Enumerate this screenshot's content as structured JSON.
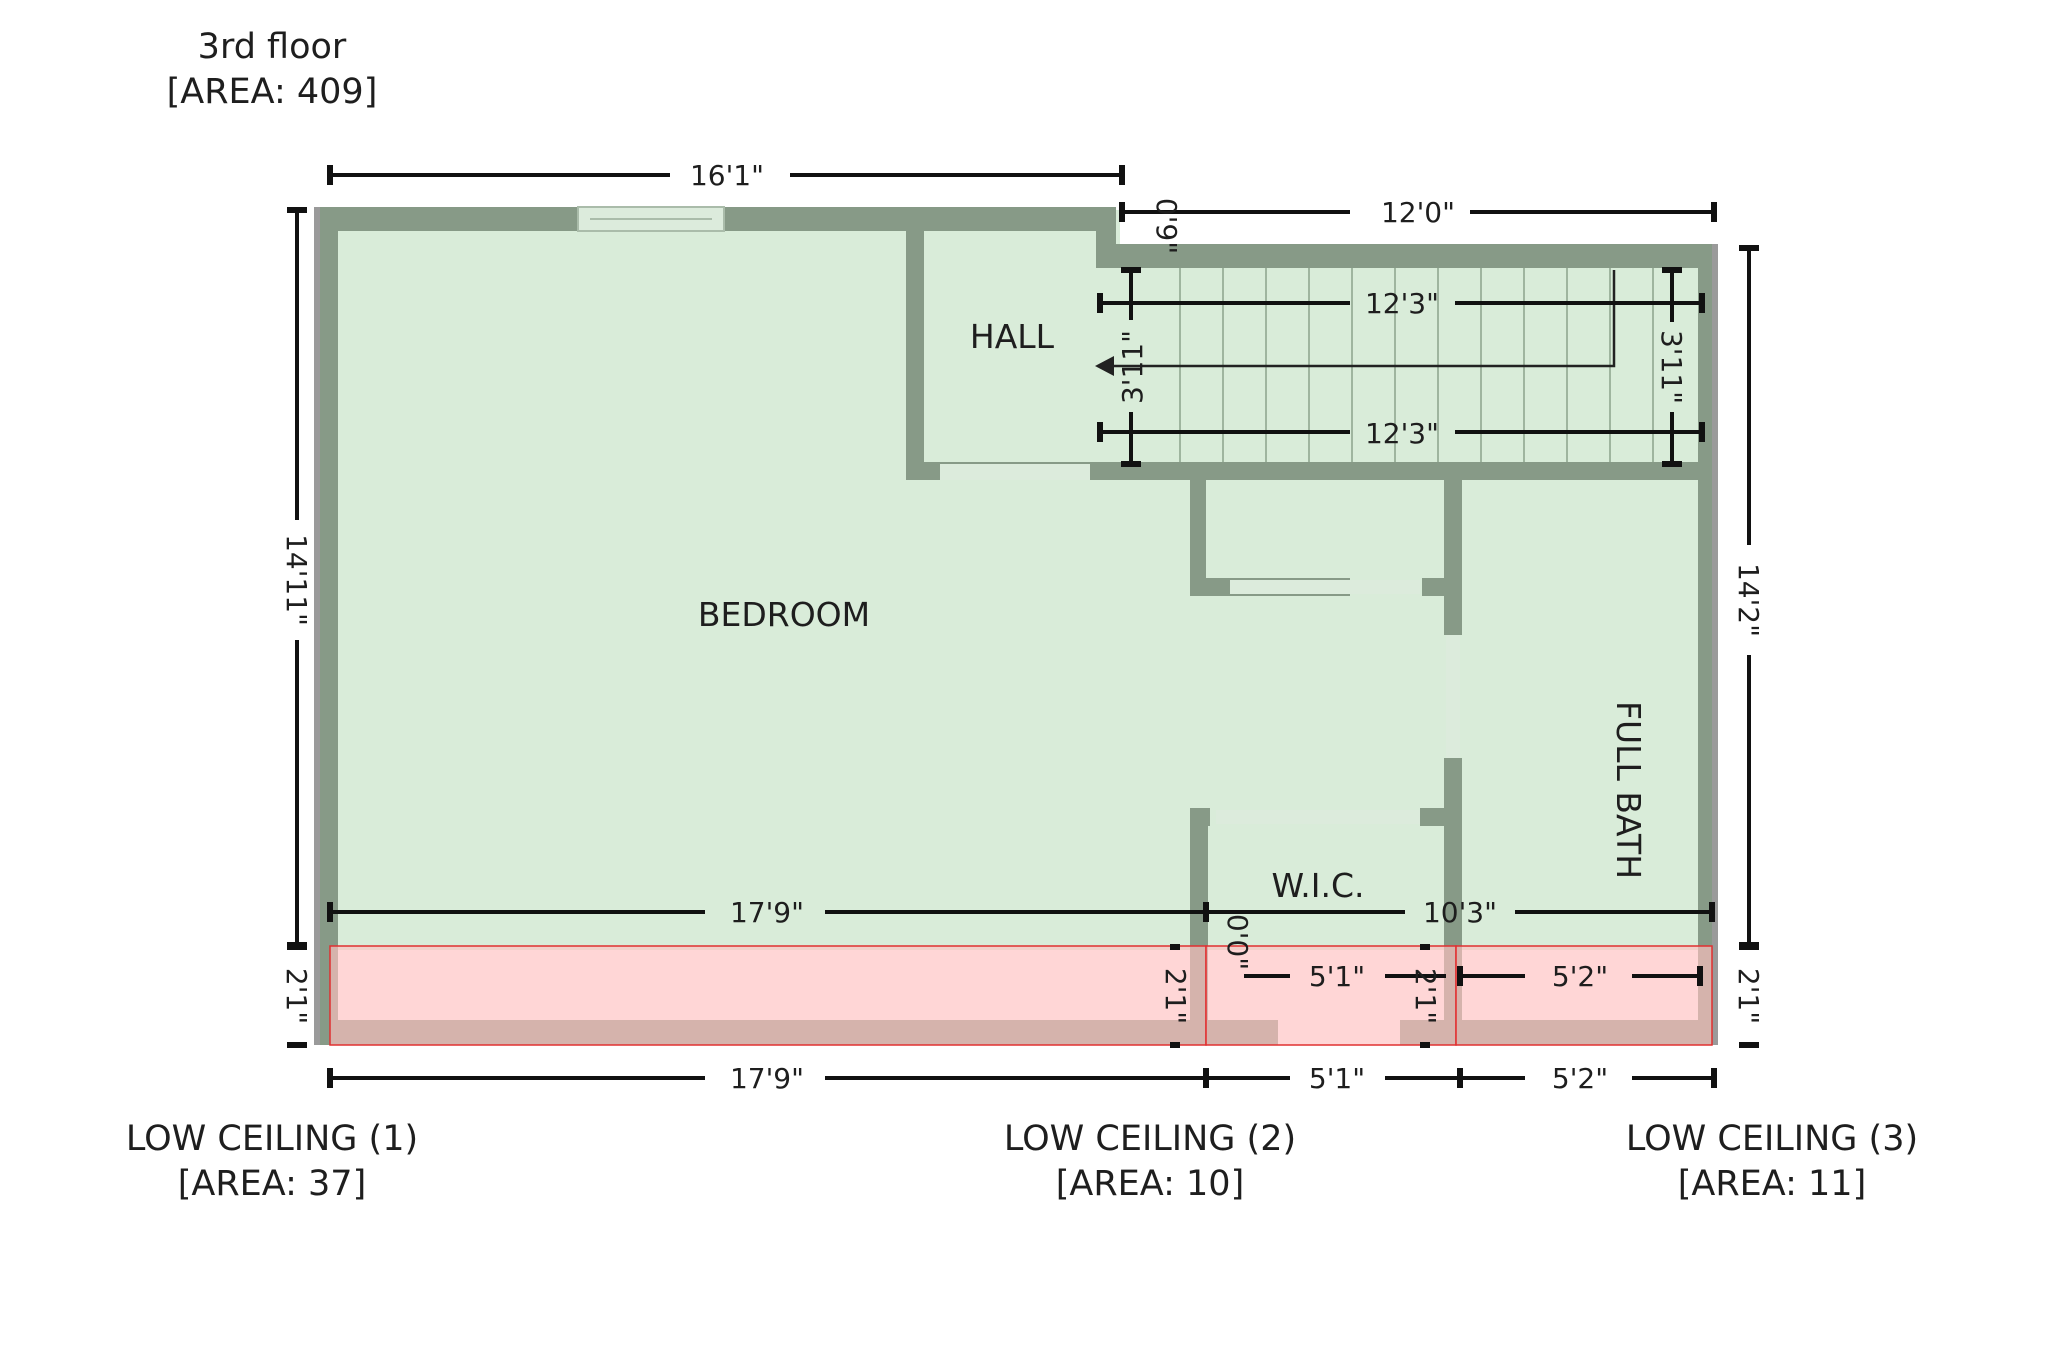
{
  "floor": {
    "title": "3rd floor",
    "area": "[AREA: 409]"
  },
  "rooms": {
    "bedroom": "BEDROOM",
    "hall": "HALL",
    "wic": "W.I.C.",
    "full_bath": "FULL BATH"
  },
  "dimensions": {
    "top_left": "16'1\"",
    "top_right": "12'0\"",
    "step_up": "0'9\"",
    "stair_upper": "12'3\"",
    "stair_lower": "12'3\"",
    "stair_left": "3'11\"",
    "stair_right": "3'11\"",
    "left_height": "14'11\"",
    "right_height": "14'2\"",
    "bedroom_width": "17'9\"",
    "bath_width": "10'3\"",
    "wic_offset": "0'0\"",
    "low_left_height": "2'1\"",
    "low_right_height": "2'1\"",
    "low_wic_left": "2'1\"",
    "low_wic_right": "2'1\"",
    "low_wic_width": "5'1\"",
    "low_bath_width": "5'2\"",
    "bottom_left": "17'9\"",
    "bottom_mid": "5'1\"",
    "bottom_right": "5'2\""
  },
  "low_ceilings": [
    {
      "label": "LOW CEILING (1)",
      "area": "[AREA: 37]"
    },
    {
      "label": "LOW CEILING (2)",
      "area": "[AREA: 10]"
    },
    {
      "label": "LOW CEILING (3)",
      "area": "[AREA: 11]"
    }
  ],
  "colors": {
    "floor": "#d9ecd9",
    "wall": "#879a87",
    "low_ceiling": "#ffd5d5",
    "low_ceiling_wall": "#a98686",
    "outline": "#e03030"
  }
}
